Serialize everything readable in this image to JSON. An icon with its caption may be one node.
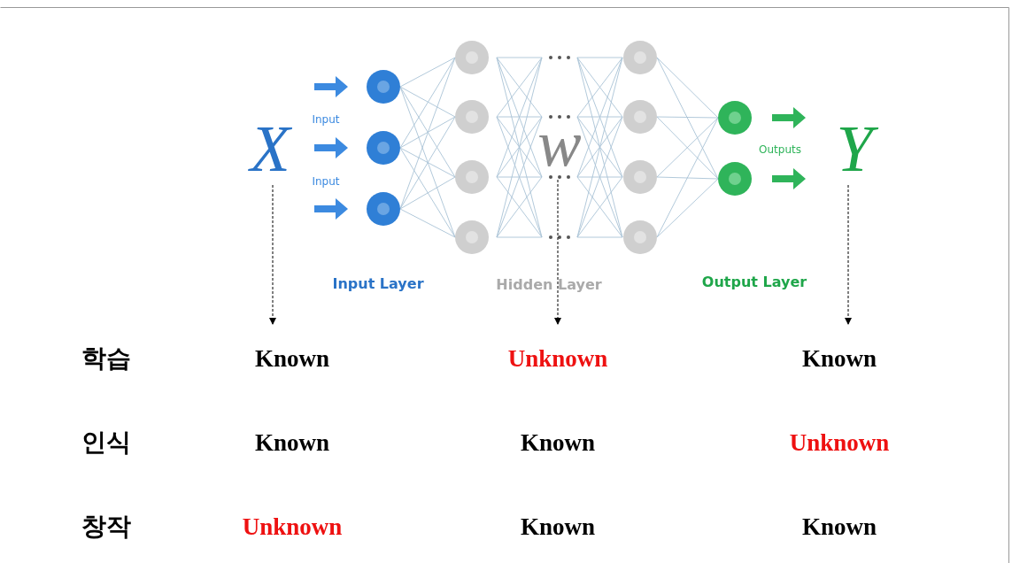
{
  "diagram": {
    "nodes": [
      {
        "text": [
          "X"
        ]
      },
      {
        "text": [
          "w"
        ]
      },
      {
        "text": [
          "Y"
        ]
      }
    ],
    "edges": [
      {
        "from": 0,
        "to": null,
        "arrow": "to",
        "style": "dashed"
      },
      {
        "from": 1,
        "to": null,
        "arrow": "to",
        "style": "dashed"
      },
      {
        "from": 2,
        "to": null,
        "arrow": "to",
        "style": "dashed"
      }
    ],
    "labels": [
      "Input",
      "Outputs",
      "Input",
      "Input Layer",
      "Hidden Layer",
      "Output Layer",
      "학습",
      "Known",
      "Unknown",
      "Known",
      "인식",
      "Known",
      "Known",
      "Unknown",
      "창작",
      "Unknown",
      "Known",
      "Known"
    ]
  }
}
